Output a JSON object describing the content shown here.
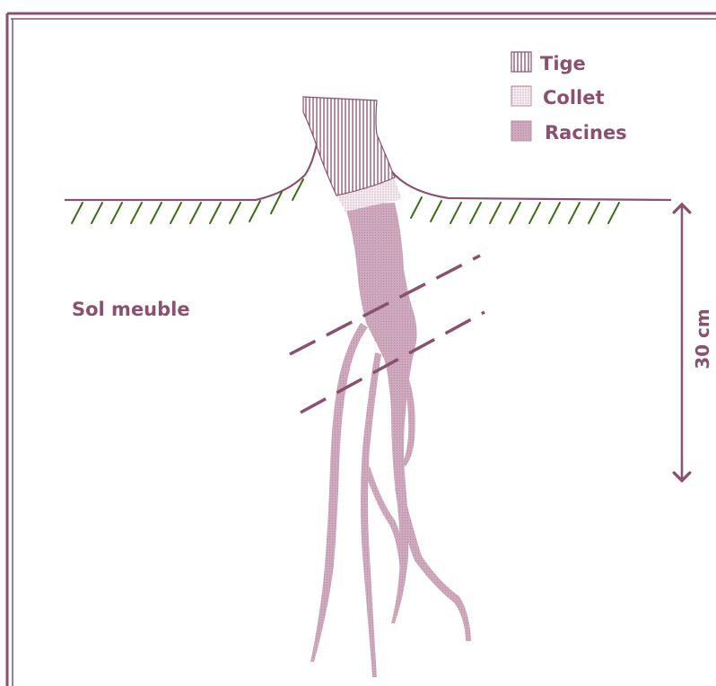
{
  "legend": {
    "stem": "Tige",
    "collar": "Collet",
    "roots": "Racines"
  },
  "soil_label": "Sol meuble",
  "depth_label": "30 cm",
  "colors": {
    "frame": "#8a5070",
    "accent": "#8a5070",
    "grass": "#3f6e1a",
    "stem_fill": "#ffffff",
    "stem_hatch": "#8a5070",
    "collar_fill": "#f3e8ee",
    "root_fill": "#cfa9bd"
  }
}
